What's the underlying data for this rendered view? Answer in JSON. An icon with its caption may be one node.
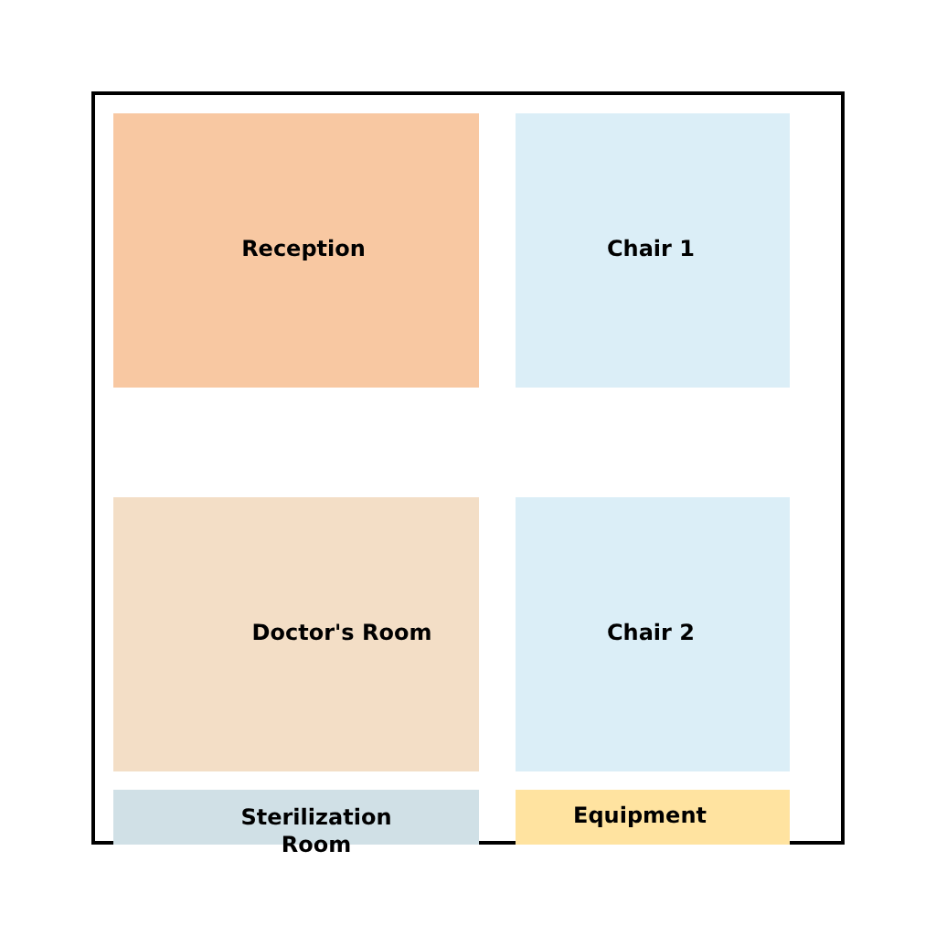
{
  "diagram": {
    "nodes": [
      {
        "text": [],
        "shape": "box"
      },
      {
        "text": [
          "Reception"
        ],
        "in": 0
      },
      {
        "text": [
          "Chair 1"
        ],
        "in": 0
      },
      {
        "text": [
          "Doctor's Room"
        ],
        "in": 0
      },
      {
        "text": [
          "Chair 2"
        ],
        "in": 0
      },
      {
        "text": [
          "Sterilization Room"
        ],
        "in": 0
      },
      {
        "text": [
          "Equipment"
        ],
        "in": 0
      }
    ],
    "edges": []
  }
}
